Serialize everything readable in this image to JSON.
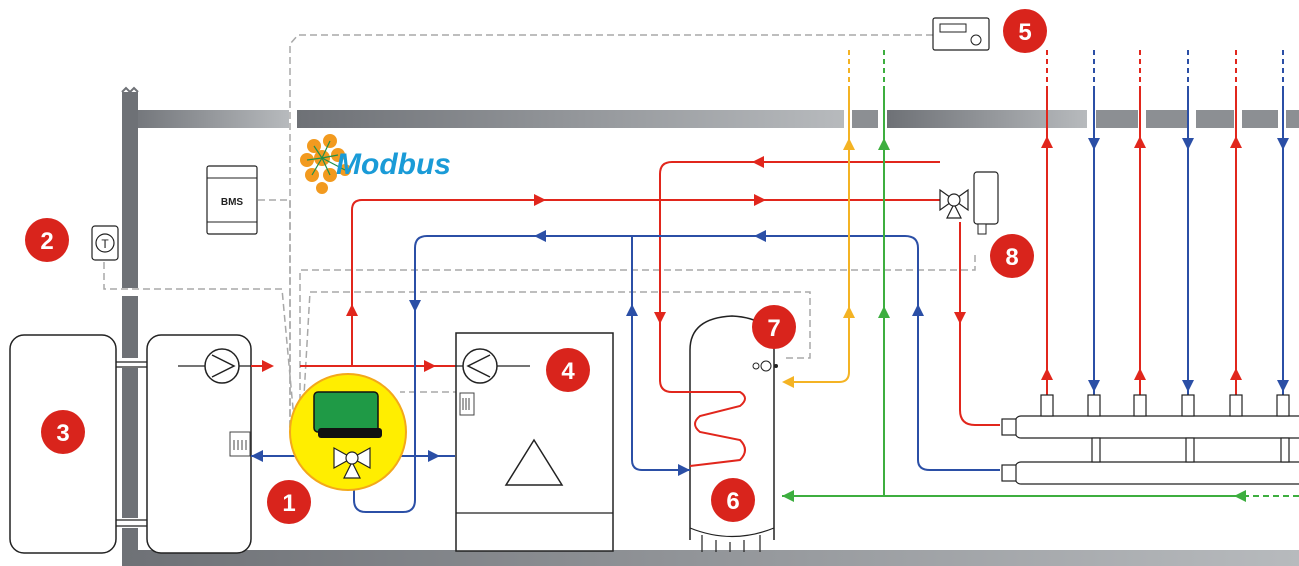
{
  "diagram": {
    "modbus_label": "Modbus",
    "bms_label": "BMS",
    "thermostat_symbol": "T",
    "badges": [
      {
        "label": "1"
      },
      {
        "label": "2"
      },
      {
        "label": "3"
      },
      {
        "label": "4"
      },
      {
        "label": "5"
      },
      {
        "label": "6"
      },
      {
        "label": "7"
      },
      {
        "label": "8"
      }
    ],
    "colors": {
      "supply_hot": "#e1261c",
      "return": "#2b4fa6",
      "dhw": "#f4b324",
      "cold_water": "#3dae3f",
      "wall": "#8c8f93",
      "control": "#a8a8a8",
      "badge": "#d9241c",
      "actuator_highlight": "#ffee00",
      "actuator_body": "#1f9a46",
      "modbus_text": "#1a9bd7",
      "modbus_logo": "#f29a1f"
    }
  }
}
